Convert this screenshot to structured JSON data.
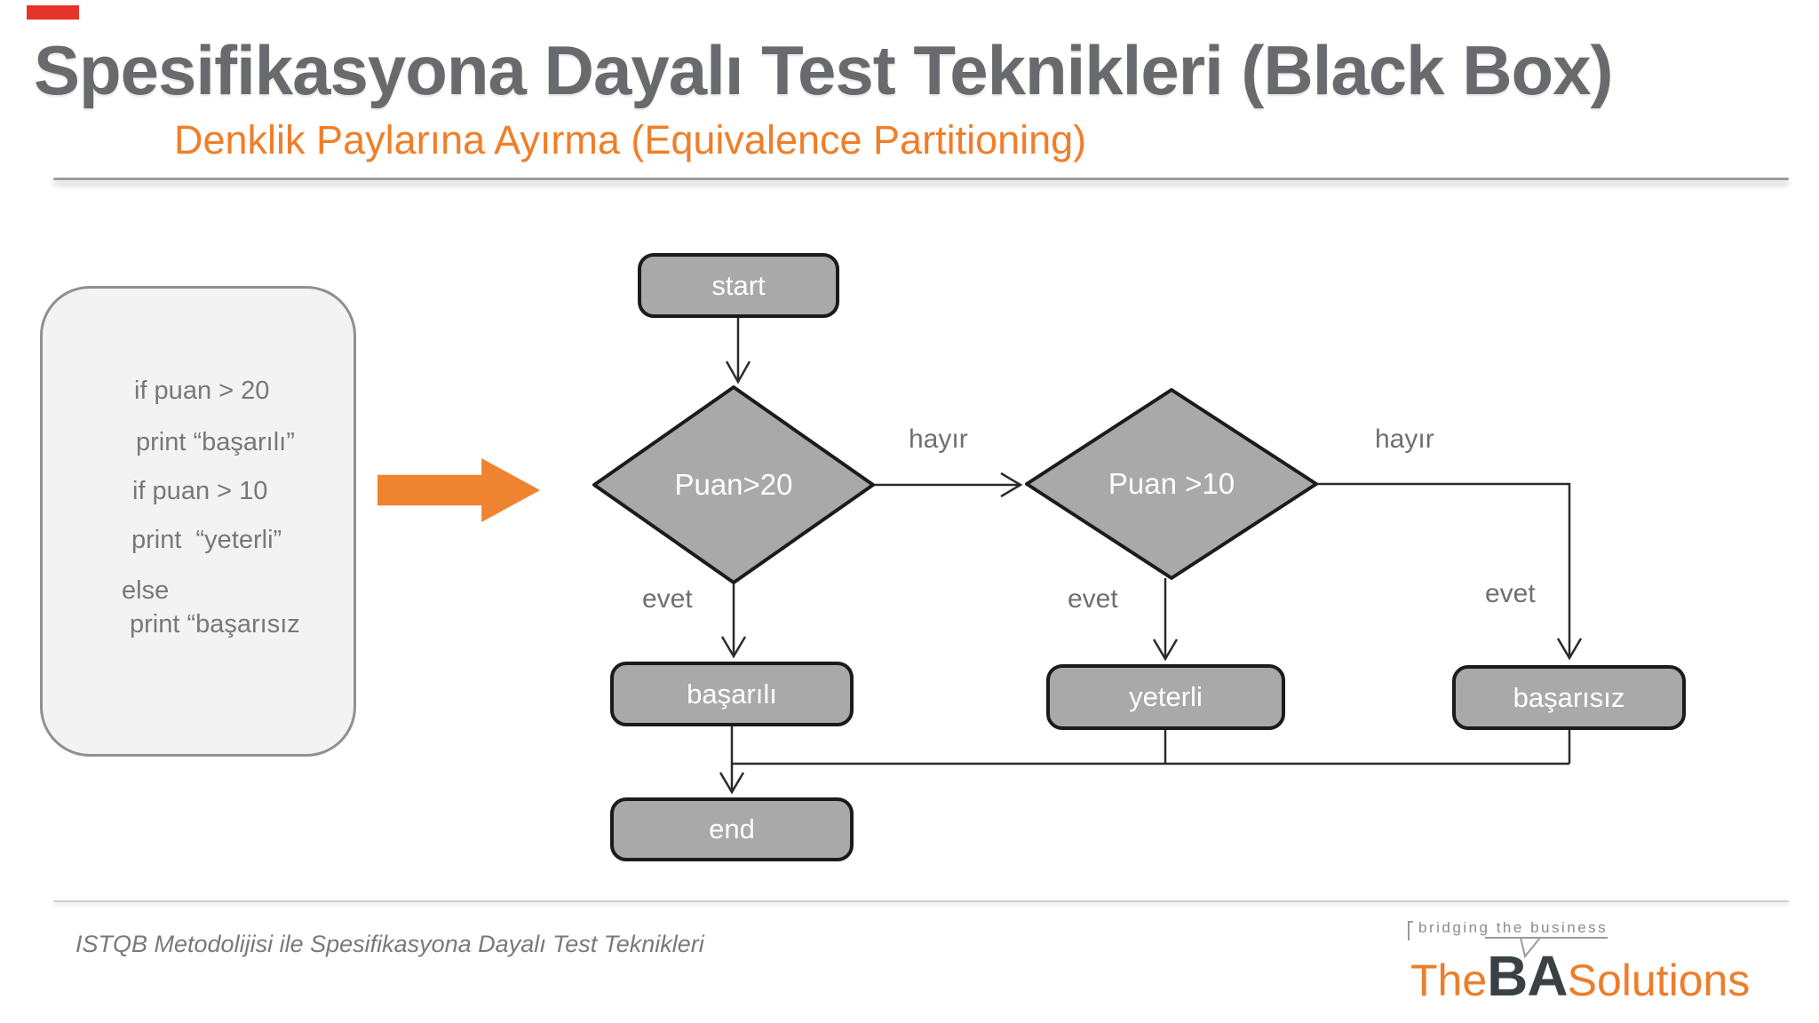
{
  "header": {
    "title": "Spesifikasyona Dayalı Test Teknikleri (Black Box)",
    "subtitle": "Denklik Paylarına Ayırma (Equivalence Partitioning)"
  },
  "code_box": {
    "lines": [
      {
        "text": "if puan > 20"
      },
      {
        "text": "print “başarılı”"
      },
      {
        "text": "if puan > 10"
      },
      {
        "text": "print  “yeterli”"
      },
      {
        "text": "else"
      },
      {
        "text": "print “başarısız"
      }
    ]
  },
  "flowchart": {
    "nodes": {
      "start": "start",
      "decision1": "Puan>20",
      "decision2": "Puan >10",
      "basarili": "başarılı",
      "yeterli": "yeterli",
      "basarisiz": "başarısız",
      "end": "end"
    },
    "labels": {
      "hayir1": "hayır",
      "hayir2": "hayır",
      "evet1": "evet",
      "evet2": "evet",
      "evet3": "evet"
    }
  },
  "footer": {
    "caption": "ISTQB Metodolijisi ile Spesifikasyona Dayalı Test Teknikleri"
  },
  "logo": {
    "tagline": "bridging the business",
    "part1": "The",
    "part2": "BA",
    "part3": "Solutions"
  },
  "colors": {
    "accent_orange": "#F07E29",
    "arrow_orange": "#EF8430",
    "node_fill": "#A9A9A9",
    "node_border": "#1B1B1B",
    "title_gray": "#696A6D",
    "red_mark": "#E5352B",
    "logo_orange": "#ED7D2B",
    "logo_charcoal": "#3A4145"
  }
}
